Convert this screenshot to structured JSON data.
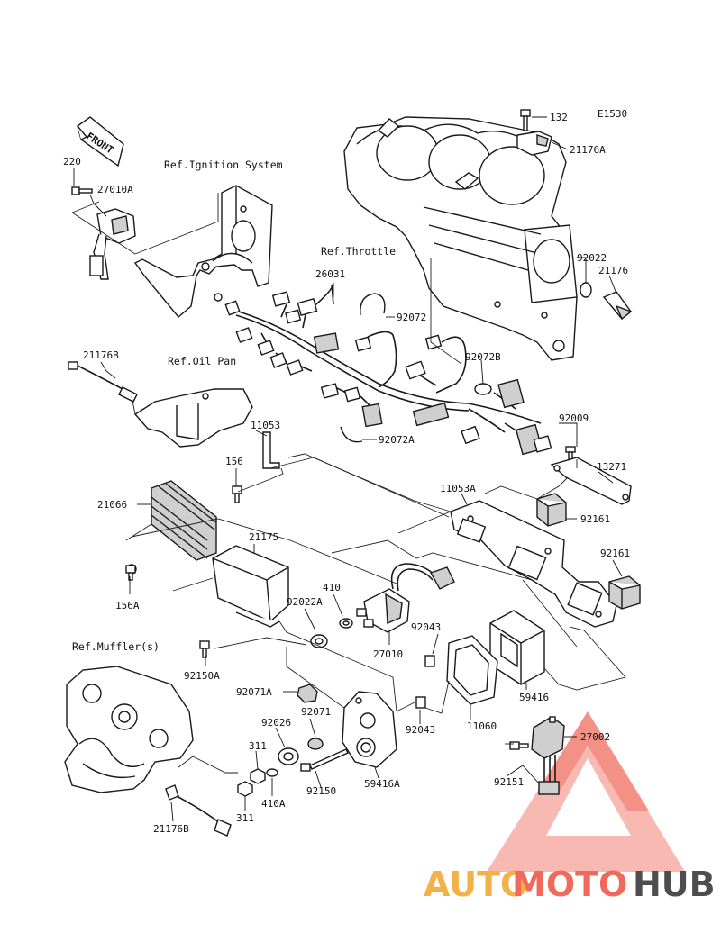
{
  "diagram_code": "E1530",
  "direction_label": "FRONT",
  "refs": {
    "ignition": "Ref.Ignition System",
    "throttle": "Ref.Throttle",
    "oil_pan": "Ref.Oil Pan",
    "muffler": "Ref.Muffler(s)"
  },
  "parts": {
    "p132": "132",
    "p21176A": "21176A",
    "p92022": "92022",
    "p21176": "21176",
    "p220": "220",
    "p27010A": "27010A",
    "p26031": "26031",
    "p92072": "92072",
    "p92072B": "92072B",
    "p21176B_top": "21176B",
    "p92072A": "92072A",
    "p92009": "92009",
    "p11053": "11053",
    "p156": "156",
    "p13271": "13271",
    "p11053A": "11053A",
    "p21066": "21066",
    "p92161_a": "92161",
    "p21175": "21175",
    "p92161_b": "92161",
    "p156A": "156A",
    "p410": "410",
    "p92022A": "92022A",
    "p92043_a": "92043",
    "p27010": "27010",
    "p92150A": "92150A",
    "p59416": "59416",
    "p92071A": "92071A",
    "p92071": "92071",
    "p92043_b": "92043",
    "p11060": "11060",
    "p92026": "92026",
    "p27002": "27002",
    "p311_a": "311",
    "p92150": "92150",
    "p59416A": "59416A",
    "p410A": "410A",
    "p92151": "92151",
    "p311_b": "311",
    "p21176B_bot": "21176B"
  },
  "watermark": {
    "part1": "AUTO",
    "part2": "MOTO",
    "part3": "HUB",
    "color_auto": "#f4b14a",
    "color_moto": "#f06a5c",
    "color_hub": "#4d4d4d",
    "logo_color": "#f06a5c"
  }
}
